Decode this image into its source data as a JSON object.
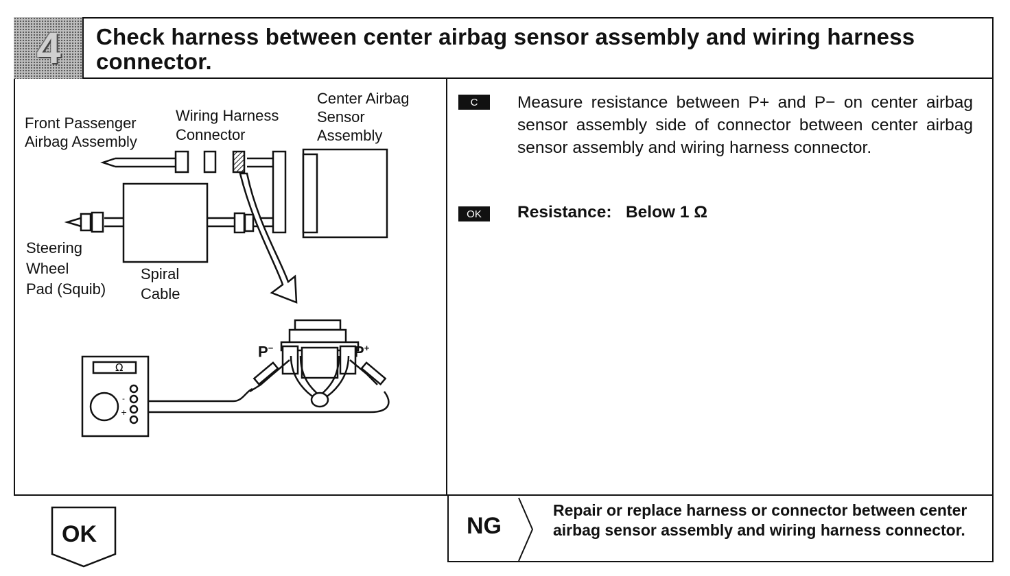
{
  "step": {
    "number": "4",
    "title": "Check harness between center airbag sensor assembly and wiring harness connector."
  },
  "diagram": {
    "labels": {
      "front_passenger_1": "Front Passenger",
      "front_passenger_2": "Airbag Assembly",
      "wiring_harness_1": "Wiring Harness",
      "wiring_harness_2": "Connector",
      "center_airbag_1": "Center Airbag",
      "center_airbag_2": "Sensor",
      "center_airbag_3": "Assembly",
      "steering_1": "Steering",
      "steering_2": "Wheel",
      "steering_3": "Pad (Squib)",
      "spiral_1": "Spiral",
      "spiral_2": "Cable",
      "p_minus": "P",
      "p_plus": "P",
      "meter_ohm": "Ω",
      "meter_minus": "-",
      "meter_plus": "+"
    }
  },
  "instruction": {
    "badge": "C",
    "text": "Measure resistance between P+ and P− on center airbag sensor assembly side of connector between center airbag sensor assembly and wiring harness connector."
  },
  "result": {
    "badge": "OK",
    "text": "Resistance:   Below 1 Ω"
  },
  "ok_branch": {
    "label": "OK"
  },
  "ng_branch": {
    "label": "NG",
    "text": "Repair or replace harness or connector between center airbag sensor assembly and wiring harness connector."
  }
}
